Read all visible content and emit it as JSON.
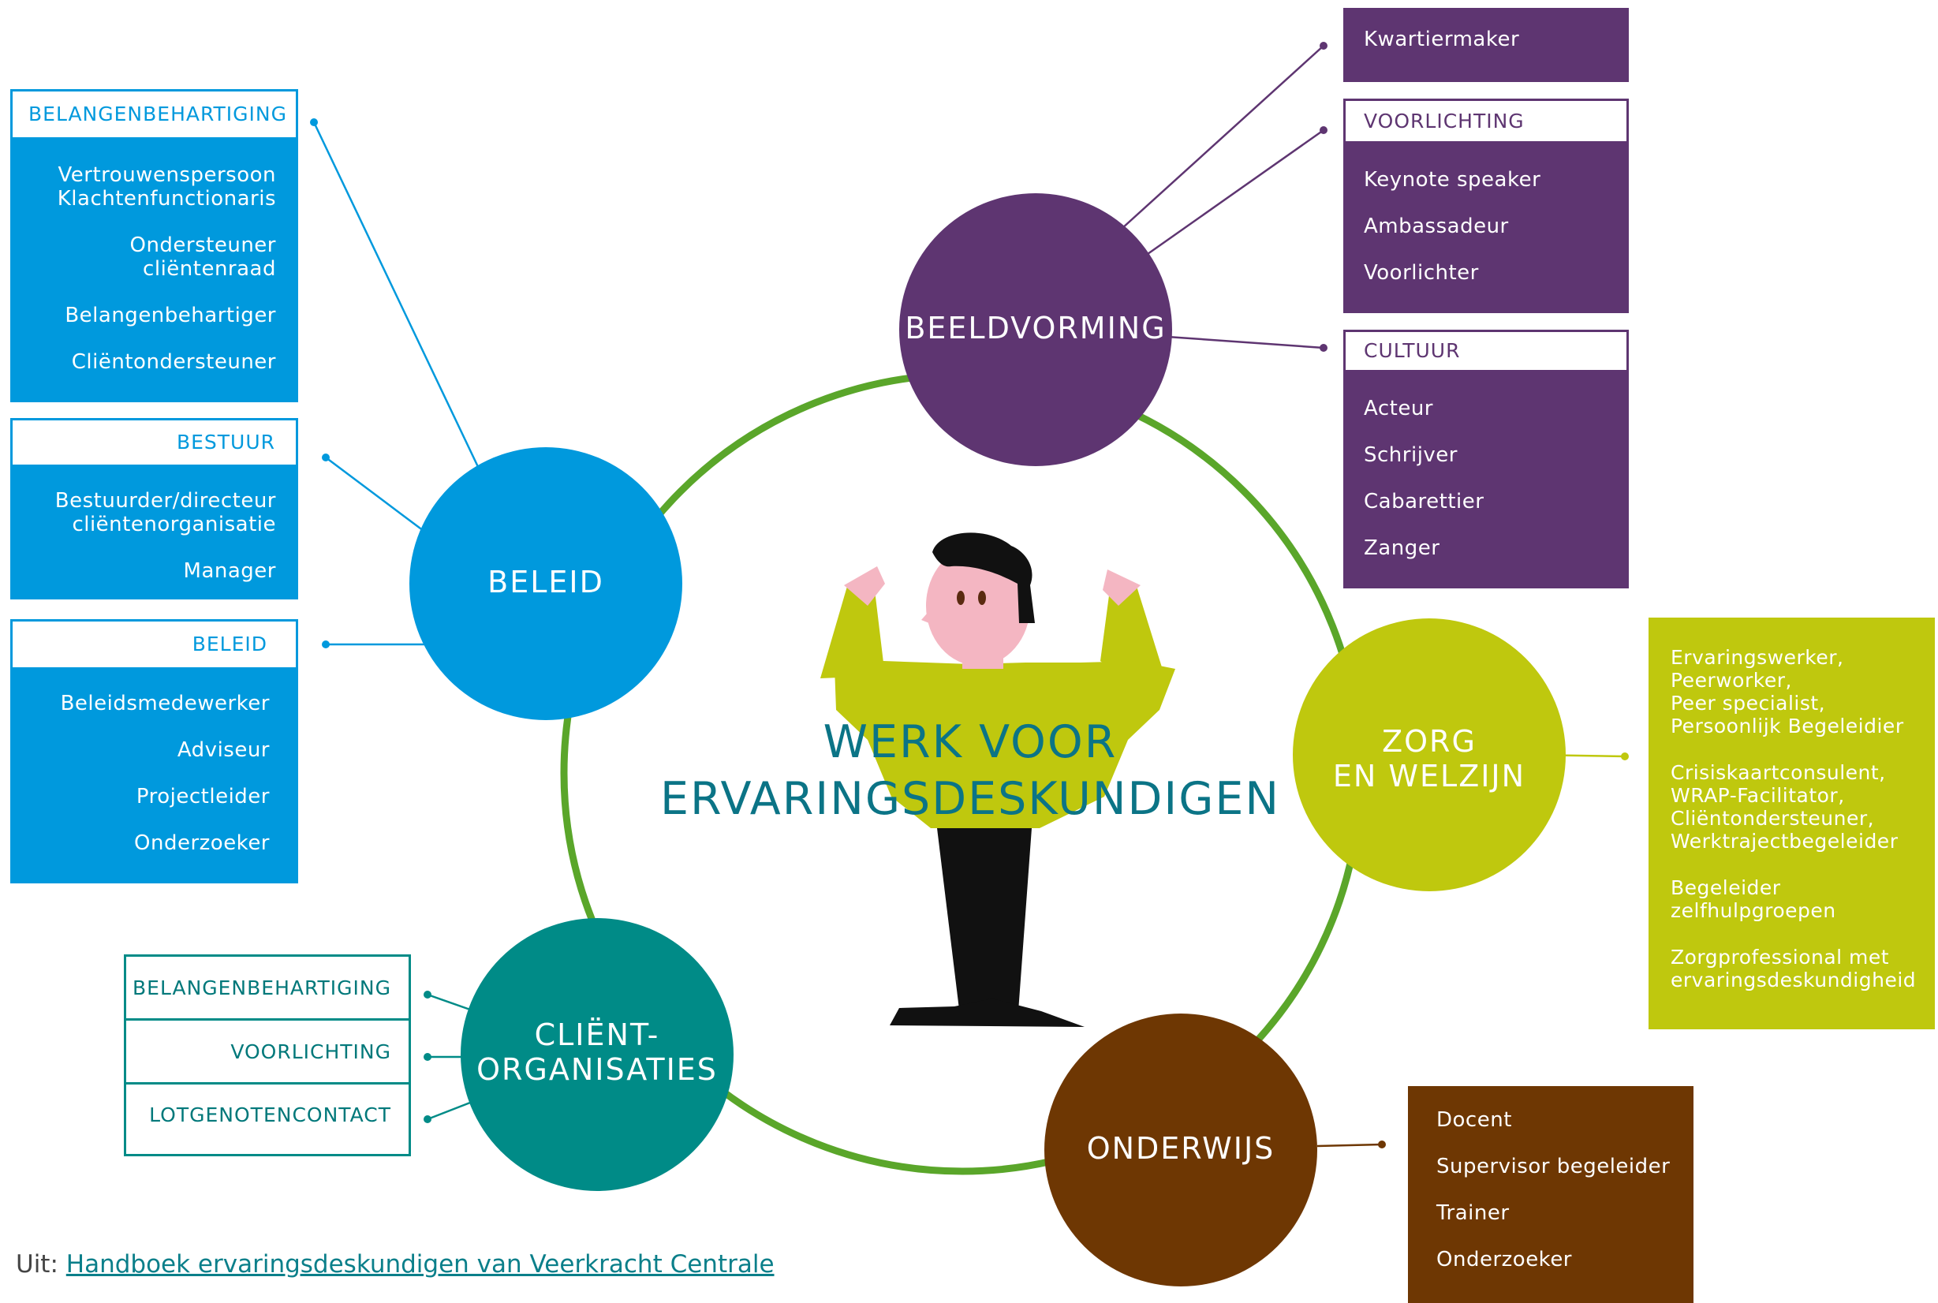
{
  "central_title": [
    "WERK VOOR",
    "ERVARINGSDESKUNDIGEN"
  ],
  "circles": {
    "beeldvorming": "BEELDVORMING",
    "beleid": "BELEID",
    "zorg": "ZORG\nEN WELZIJN",
    "onderwijs": "ONDERWIJS",
    "client": "CLIËNT-\nORGANISATIES"
  },
  "belangenbehartiging": {
    "header": "BELANGENBEHARTIGING",
    "items": [
      "Vertrouwenspersoon\nKlachtenfunctionaris",
      "Ondersteuner\ncliëntenraad",
      "Belangenbehartiger",
      "Cliëntondersteuner"
    ]
  },
  "bestuur": {
    "header": "BESTUUR",
    "items": [
      "Bestuurder/directeur\ncliëntenorganisatie",
      "Manager"
    ]
  },
  "beleid_box": {
    "header": "BELEID",
    "items": [
      "Beleidsmedewerker",
      "Adviseur",
      "Projectleider",
      "Onderzoeker"
    ]
  },
  "kwartiermaker": "Kwartiermaker",
  "voorlichting": {
    "header": "VOORLICHTING",
    "items": [
      "Keynote speaker",
      "Ambassadeur",
      "Voorlichter"
    ]
  },
  "cultuur": {
    "header": "CULTUUR",
    "items": [
      "Acteur",
      "Schrijver",
      "Cabarettier",
      "Zanger"
    ]
  },
  "zorg_items": [
    "Ervaringswerker,\nPeerworker,\nPeer specialist,\nPersoonlijk Begeleidier",
    "Crisiskaartconsulent,\nWRAP-Facilitator,\nCliëntondersteuner,\nWerktrajectbegeleider",
    "Begeleider\nzelfhulpgroepen",
    "Zorgprofessional met\nervaringsdeskundigheid"
  ],
  "onderwijs_items": [
    "Docent",
    "Supervisor begeleider",
    "Trainer",
    "Onderzoeker"
  ],
  "client_items": [
    "BELANGENBEHARTIGING",
    "VOORLICHTING",
    "LOTGENOTENCONTACT"
  ],
  "footer": {
    "prefix": "Uit: ",
    "link": "Handboek ervaringsdeskundigen van Veerkracht Centrale"
  },
  "colors": {
    "blue": "#0099dd",
    "purple": "#5e3571",
    "lime": "#bfc80e",
    "brown": "#6e3703",
    "teal": "#008b87",
    "ring": "#5aa62a",
    "title": "#0b7486"
  }
}
